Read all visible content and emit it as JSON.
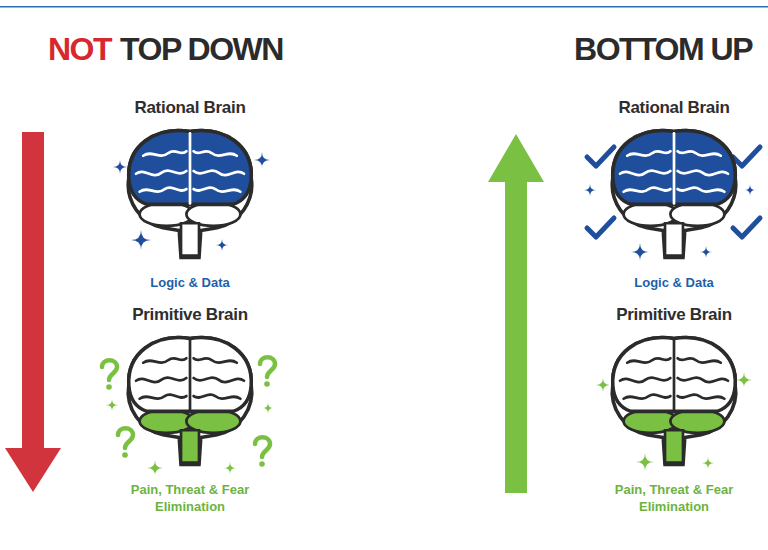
{
  "diagram": {
    "nodes": [
      {
        "text": [
          "Rational Brain",
          "Logic & Data"
        ]
      },
      {
        "text": [
          "Primitive Brain",
          "Pain, Threat & Fear Elimination"
        ]
      },
      {
        "text": [
          "Rational Brain",
          "Logic & Data"
        ]
      },
      {
        "text": [
          "Primitive Brain",
          "Pain, Threat & Fear Elimination"
        ]
      }
    ],
    "labels": [
      "NOT",
      "TOP DOWN",
      "BOTTOM UP"
    ]
  }
}
